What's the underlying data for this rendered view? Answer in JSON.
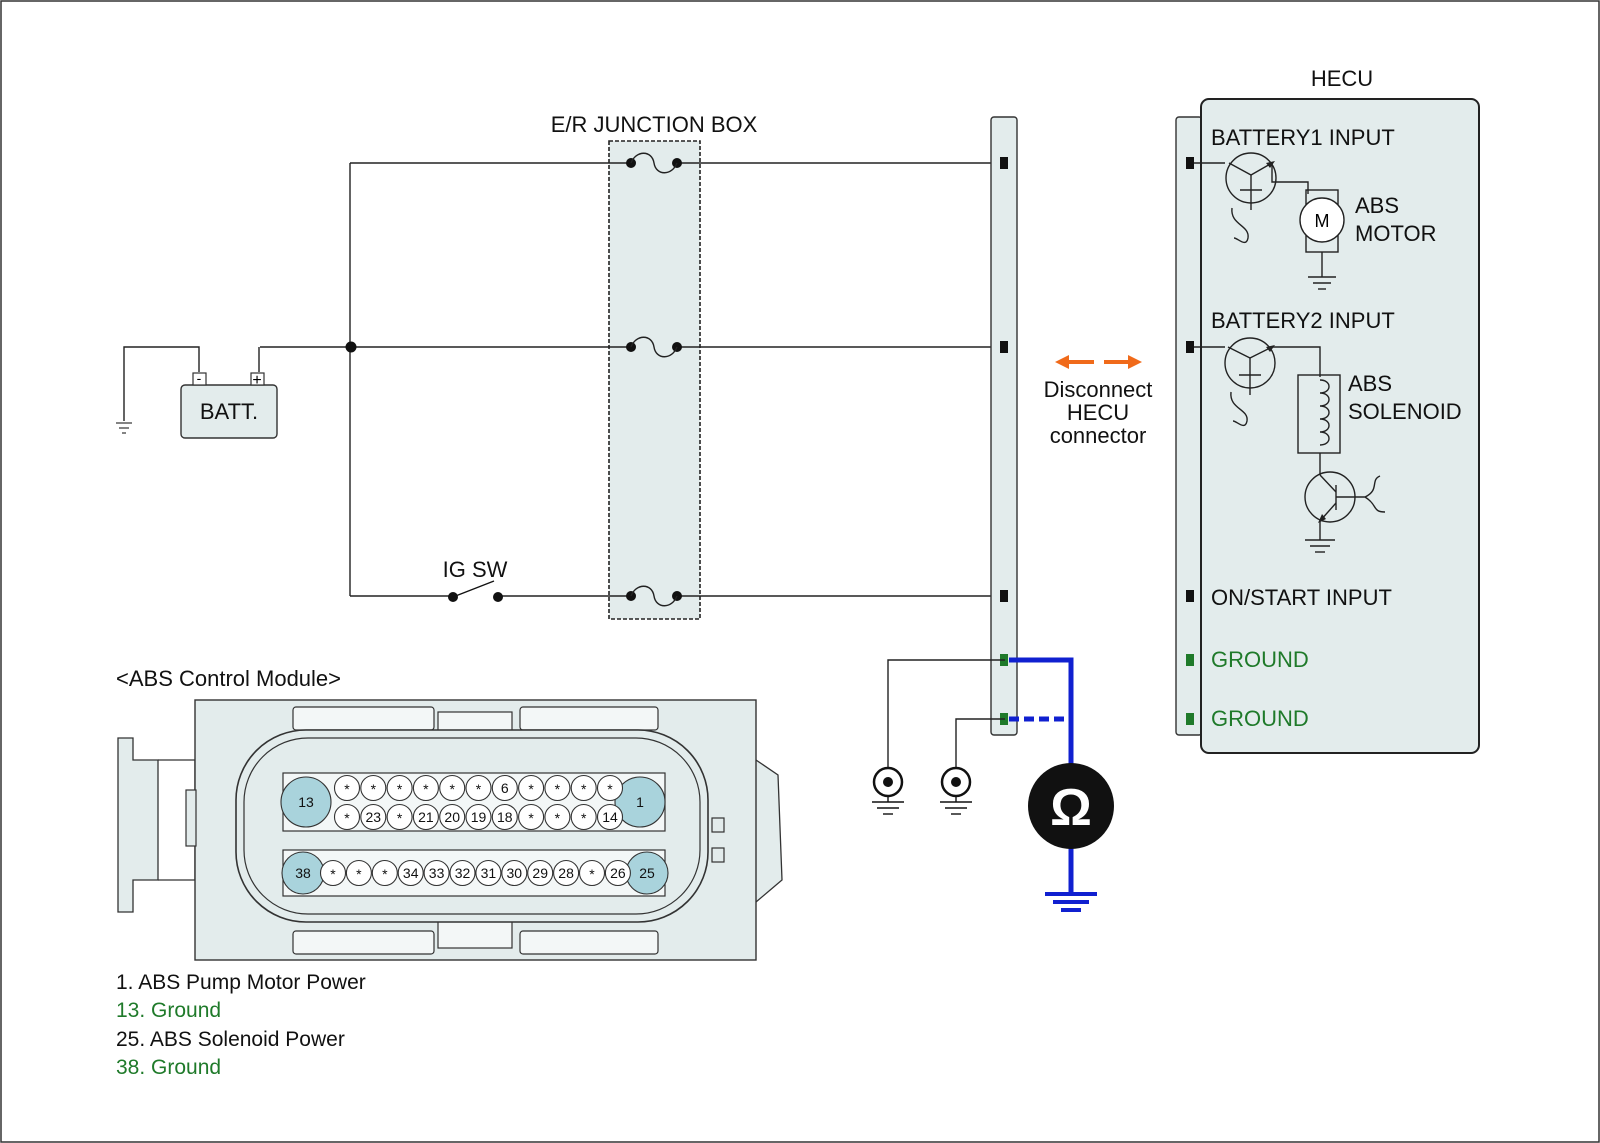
{
  "junction_box": {
    "title": "E/R JUNCTION BOX"
  },
  "battery": {
    "label": "BATT.",
    "neg": "-",
    "pos": "+"
  },
  "ig_switch": {
    "label": "IG SW"
  },
  "hecu": {
    "title": "HECU",
    "battery1": "BATTERY1 INPUT",
    "abs_motor": [
      "ABS",
      "MOTOR"
    ],
    "motor_symbol": "M",
    "battery2": "BATTERY2 INPUT",
    "abs_solenoid": [
      "ABS",
      "SOLENOID"
    ],
    "on_start": "ON/START INPUT",
    "ground1": "GROUND",
    "ground2": "GROUND"
  },
  "disconnect_note": [
    "Disconnect",
    "HECU",
    "connector"
  ],
  "ohmmeter": {
    "symbol": "Ω"
  },
  "connector": {
    "title": "<ABS Control Module>",
    "row1_top": [
      "*",
      "*",
      "*",
      "*",
      "*",
      "*",
      "6",
      "*",
      "*",
      "*",
      "*"
    ],
    "row1_bottom": [
      "*",
      "23",
      "*",
      "21",
      "20",
      "19",
      "18",
      "*",
      "*",
      "*",
      "14"
    ],
    "row1_left": "13",
    "row1_right": "1",
    "row2": [
      "*",
      "*",
      "*",
      "34",
      "33",
      "32",
      "31",
      "30",
      "29",
      "28",
      "*",
      "26"
    ],
    "row2_left": "38",
    "row2_right": "25"
  },
  "legend": [
    {
      "text": "1. ABS Pump Motor Power",
      "ground": false
    },
    {
      "text": "13. Ground",
      "ground": true
    },
    {
      "text": "25. ABS Solenoid Power",
      "ground": false
    },
    {
      "text": "38. Ground",
      "ground": true
    }
  ],
  "colors": {
    "ground_green": "#1f7a2a",
    "meter_blue": "#1020d0",
    "arrow_orange": "#f06a1a",
    "panel_fill": "#e3ecec",
    "pin_highlight": "#a9d3dc"
  }
}
